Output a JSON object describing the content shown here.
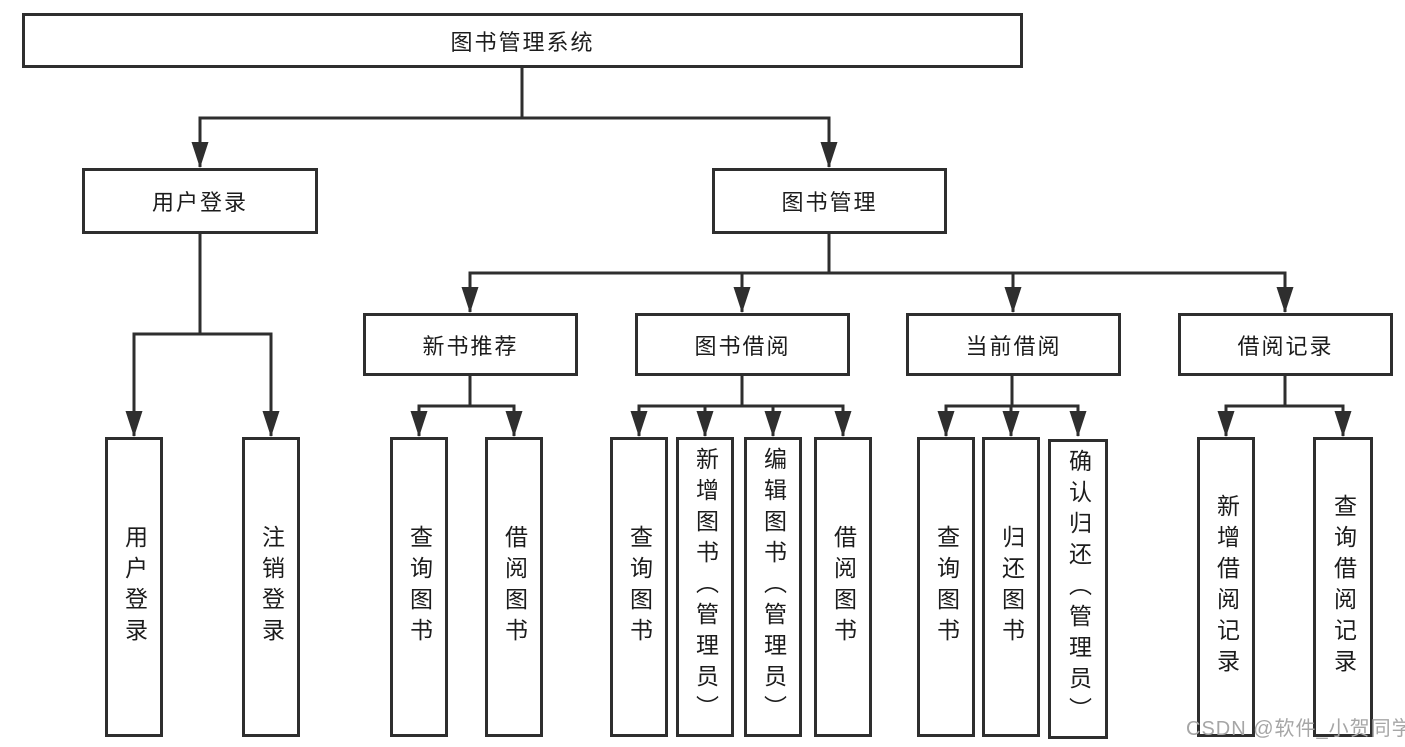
{
  "diagram_type": "tree",
  "tree": {
    "label": "图书管理系统",
    "children": [
      {
        "label": "用户登录",
        "children": [
          {
            "label": "用户登录"
          },
          {
            "label": "注销登录"
          }
        ]
      },
      {
        "label": "图书管理",
        "children": [
          {
            "label": "新书推荐",
            "children": [
              {
                "label": "查询图书"
              },
              {
                "label": "借阅图书"
              }
            ]
          },
          {
            "label": "图书借阅",
            "children": [
              {
                "label": "查询图书"
              },
              {
                "label": "新增图书（管理员）"
              },
              {
                "label": "编辑图书（管理员）"
              },
              {
                "label": "借阅图书"
              }
            ]
          },
          {
            "label": "当前借阅",
            "children": [
              {
                "label": "查询图书"
              },
              {
                "label": "归还图书"
              },
              {
                "label": "确认归还（管理员）"
              }
            ]
          },
          {
            "label": "借阅记录",
            "children": [
              {
                "label": "新增借阅记录"
              },
              {
                "label": "查询借阅记录"
              }
            ]
          }
        ]
      }
    ]
  },
  "watermark": "CSDN @软件_小贺同学",
  "colors": {
    "line": "#2e2e2e",
    "box_border": "#2e2e2e",
    "text": "#1c1c1c",
    "watermark": "#a6a6a6",
    "background": "#ffffff"
  }
}
